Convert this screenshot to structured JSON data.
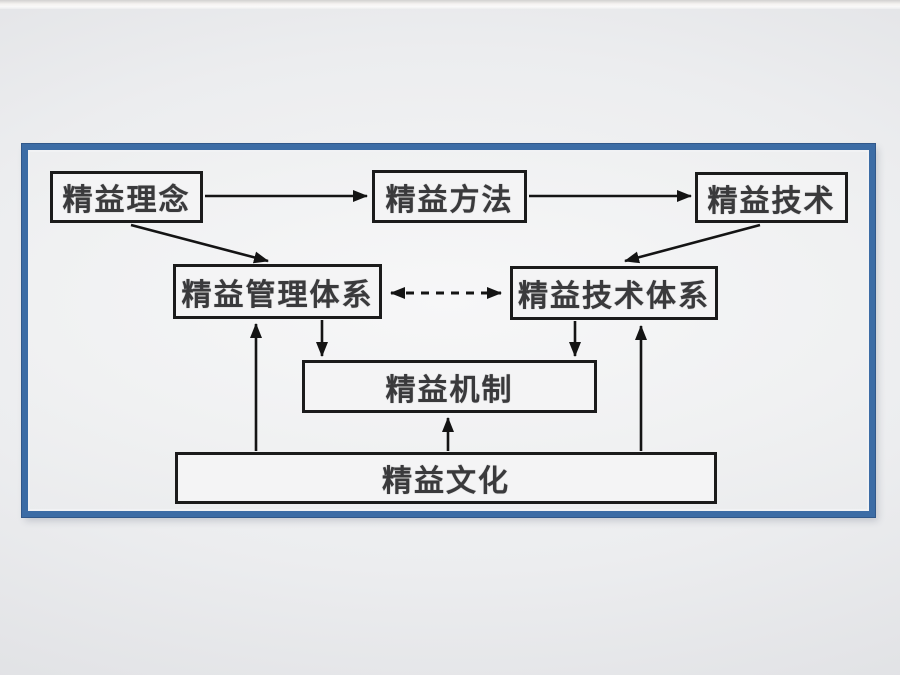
{
  "slide": {
    "type": "diagram-slide",
    "accent_frame_color": "#3c6ca5",
    "node_border_color": "#1b1b1b",
    "arrow_color": "#141414",
    "background_color": "#ecedef"
  },
  "diagram": {
    "nodes": [
      {
        "id": "lean-concept",
        "label": "精益理念"
      },
      {
        "id": "lean-method",
        "label": "精益方法"
      },
      {
        "id": "lean-technology",
        "label": "精益技术"
      },
      {
        "id": "lean-management-system",
        "label": "精益管理体系"
      },
      {
        "id": "lean-technology-system",
        "label": "精益技术体系"
      },
      {
        "id": "lean-mechanism",
        "label": "精益机制"
      },
      {
        "id": "lean-culture",
        "label": "精益文化"
      }
    ],
    "edges": [
      {
        "from": "lean-concept",
        "to": "lean-method",
        "style": "solid-arrow"
      },
      {
        "from": "lean-method",
        "to": "lean-technology",
        "style": "solid-arrow"
      },
      {
        "from": "lean-concept",
        "to": "lean-management-system",
        "style": "solid-arrow"
      },
      {
        "from": "lean-technology",
        "to": "lean-technology-system",
        "style": "solid-arrow"
      },
      {
        "from": "lean-management-system",
        "to": "lean-technology-system",
        "style": "dashed-double-arrow"
      },
      {
        "from": "lean-management-system",
        "to": "lean-mechanism",
        "style": "solid-arrow"
      },
      {
        "from": "lean-technology-system",
        "to": "lean-mechanism",
        "style": "solid-arrow"
      },
      {
        "from": "lean-culture",
        "to": "lean-management-system",
        "style": "solid-arrow"
      },
      {
        "from": "lean-culture",
        "to": "lean-mechanism",
        "style": "solid-arrow"
      },
      {
        "from": "lean-culture",
        "to": "lean-technology-system",
        "style": "solid-arrow"
      }
    ]
  }
}
